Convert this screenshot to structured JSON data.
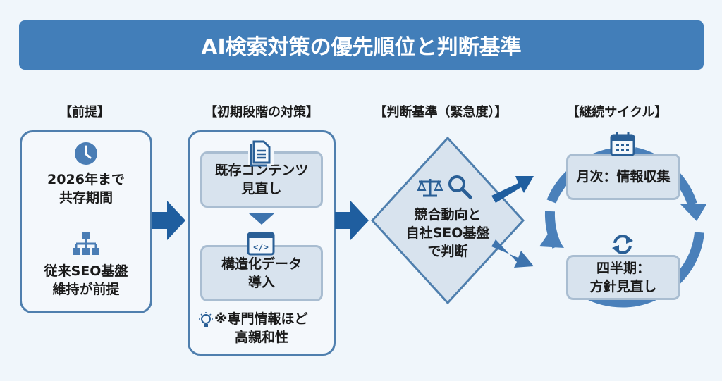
{
  "title": "AI検索対策の優先順位と判断基準",
  "colors": {
    "primary": "#427eb9",
    "arrow": "#1f5e9f",
    "border": "#4f7fae",
    "inner_fill": "#d8e3ee",
    "background": "#f0f6fb"
  },
  "sections": {
    "premise": {
      "label": "【前提】",
      "items": [
        {
          "icon": "clock-icon",
          "text_line1": "2026年まで",
          "text_line2": "共存期間"
        },
        {
          "icon": "sitemap-icon",
          "text_line1": "従来SEO基盤",
          "text_line2": "維持が前提"
        }
      ]
    },
    "initial": {
      "label": "【初期段階の対策】",
      "steps": [
        {
          "icon": "document-icon",
          "text_line1": "既存コンテンツ",
          "text_line2": "見直し"
        },
        {
          "icon": "code-window-icon",
          "text_line1": "構造化データ",
          "text_line2": "導入"
        }
      ],
      "note_line1": "※専門情報ほど",
      "note_line2": "高親和性",
      "note_icon": "lightbulb-icon"
    },
    "criteria": {
      "label": "【判断基準（緊急度）】",
      "icons": [
        "scale-icon",
        "magnifier-icon"
      ],
      "text_line1": "競合動向と",
      "text_line2": "自社SEO基盤",
      "text_line3": "で判断"
    },
    "cycle": {
      "label": "【継続サイクル】",
      "monthly": {
        "icon": "calendar-icon",
        "text": "月次：情報収集"
      },
      "quarterly": {
        "icon": "refresh-icon",
        "text_line1": "四半期：",
        "text_line2": "方針見直し"
      }
    }
  }
}
